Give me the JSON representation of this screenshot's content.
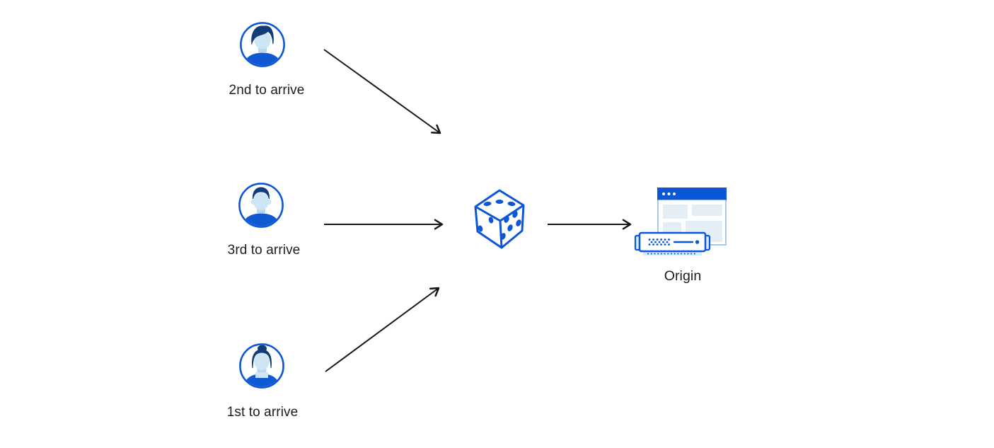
{
  "diagram": {
    "users": [
      {
        "id": "second",
        "label": "2nd to arrive",
        "avatar": "man-quiff"
      },
      {
        "id": "third",
        "label": "3rd to arrive",
        "avatar": "man-short-hair"
      },
      {
        "id": "first",
        "label": "1st to arrive",
        "avatar": "woman-bun"
      }
    ],
    "router": {
      "icon": "dice-icon"
    },
    "origin": {
      "label": "Origin",
      "icon": "origin-server-icon"
    },
    "connections": [
      {
        "from": "2nd to arrive",
        "to": "dice"
      },
      {
        "from": "3rd to arrive",
        "to": "dice"
      },
      {
        "from": "1st to arrive",
        "to": "dice"
      },
      {
        "from": "dice",
        "to": "Origin"
      }
    ]
  },
  "colors": {
    "accent_blue": "#0b57d6",
    "shirt_blue": "#1159d2",
    "hair_navy": "#123c78",
    "face_light": "#cde5f5",
    "neck_shade": "#b9d8ee",
    "panel_fill": "#e3eef6",
    "window_border": "#a6cbf0",
    "server_base": "#d7eafa",
    "arrow_black": "#161616"
  }
}
